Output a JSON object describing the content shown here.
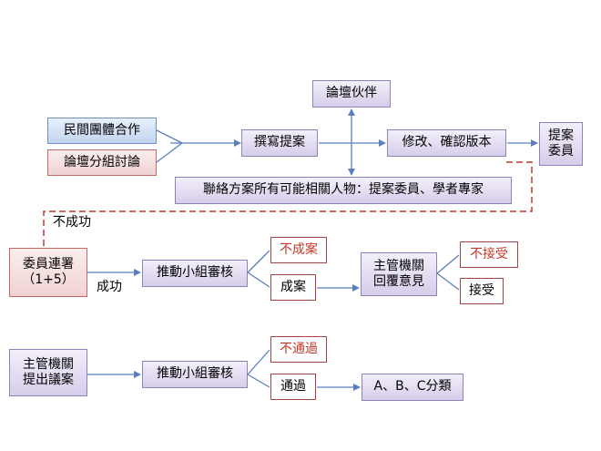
{
  "nodes": {
    "forum_partner": "論壇伙伴",
    "civil_collab": "民間團體合作",
    "forum_group": "論壇分組討論",
    "write_proposal": "撰寫提案",
    "revise_version": "修改、確認版本",
    "proposal_committee": [
      "提案",
      "委員"
    ],
    "contact_all": "聯絡方案所有可能相關人物：提案委員、學者專家",
    "committee_cosign": "委員連署",
    "committee_cosign_sub": "（1+5）",
    "review_group_1": "推動小組審核",
    "not_approved_case": "不成案",
    "approved_case": "成案",
    "authority_reply": [
      "主管機關",
      "回覆意見"
    ],
    "not_accept": "不接受",
    "accept": "接受",
    "authority_propose": [
      "主管機關",
      "提出議案"
    ],
    "review_group_2": "推動小組審核",
    "not_pass": "不通過",
    "pass": "通過",
    "classify": "A、B、C分類"
  },
  "labels": {
    "fail": "不成功",
    "success": "成功"
  },
  "colors": {
    "arrow": "#5a7fbf",
    "dashed": "#c0392b"
  }
}
